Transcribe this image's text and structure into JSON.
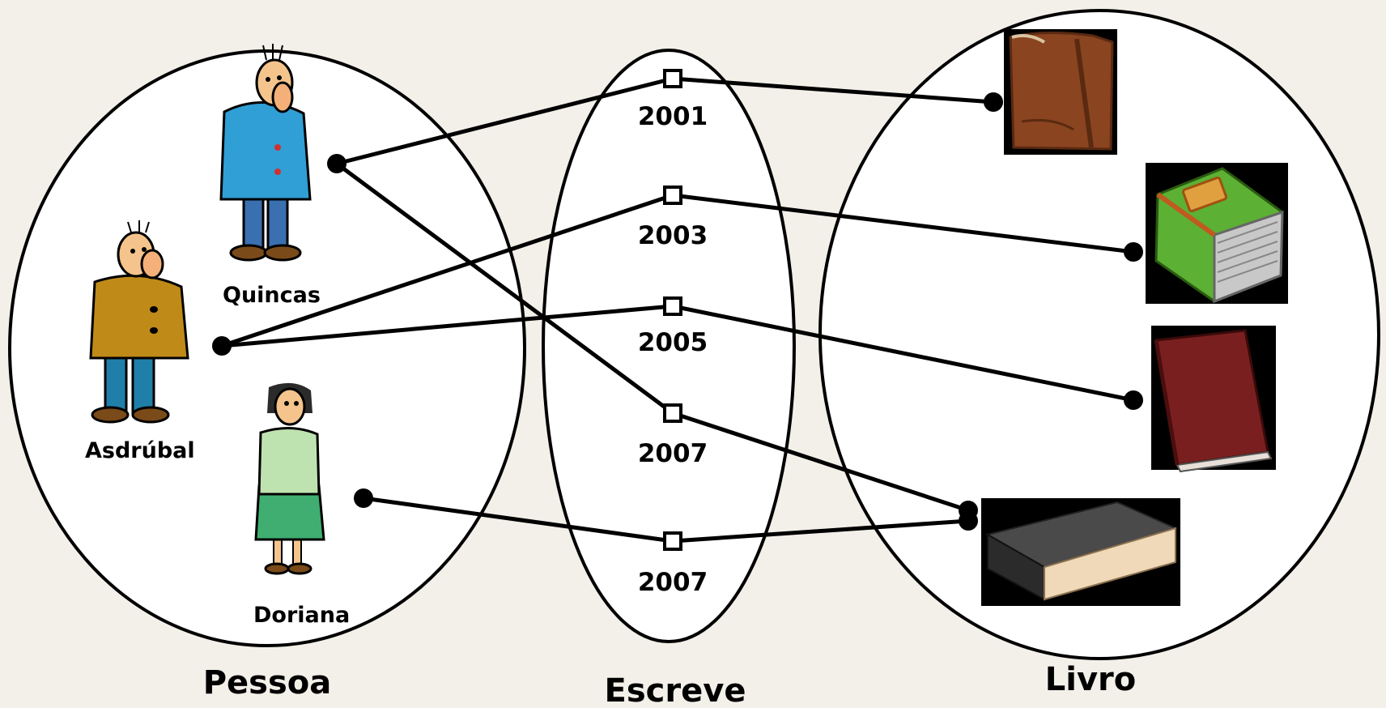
{
  "sets": {
    "pessoa": "Pessoa",
    "escreve": "Escreve",
    "livro": "Livro"
  },
  "people": [
    {
      "id": "quincas",
      "name": "Quincas",
      "coat": "#2f9fd6",
      "pants": "#3a6fb0"
    },
    {
      "id": "asdrubal",
      "name": "Asdrúbal",
      "coat": "#c08a18",
      "pants": "#1f7fa8"
    },
    {
      "id": "doriana",
      "name": "Doriana",
      "coat": "#bfe3b0",
      "skirt": "#3fae70"
    }
  ],
  "relations": [
    {
      "id": "r1",
      "year": "2001"
    },
    {
      "id": "r2",
      "year": "2003"
    },
    {
      "id": "r3",
      "year": "2005"
    },
    {
      "id": "r4",
      "year": "2007"
    },
    {
      "id": "r5",
      "year": "2007"
    }
  ],
  "books": [
    {
      "id": "book-1",
      "color": "#8a4420",
      "icon": "brown-book-icon"
    },
    {
      "id": "book-2",
      "color": "#5cb034",
      "icon": "green-book-icon"
    },
    {
      "id": "book-3",
      "color": "#7a1f1f",
      "icon": "red-book-icon"
    },
    {
      "id": "book-4",
      "color": "#2b2b2b",
      "icon": "black-book-icon"
    }
  ],
  "links": [
    {
      "person": "quincas",
      "relation": "r1",
      "book": "book-1"
    },
    {
      "person": "quincas",
      "relation": "r4",
      "book": "book-4"
    },
    {
      "person": "asdrubal",
      "relation": "r2",
      "book": "book-2"
    },
    {
      "person": "asdrubal",
      "relation": "r3",
      "book": "book-3"
    },
    {
      "person": "doriana",
      "relation": "r5",
      "book": "book-4"
    }
  ]
}
